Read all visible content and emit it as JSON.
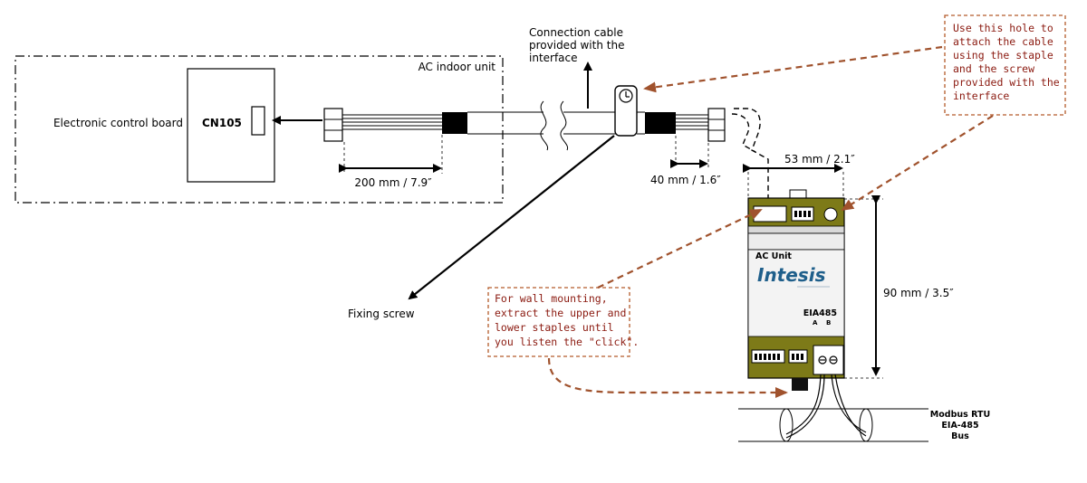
{
  "labels": {
    "indoor_unit": "AC indoor unit",
    "control_board": "Electronic control board",
    "connector": "CN105",
    "cable_caption_lines": [
      "Connection cable",
      "provided with the",
      "interface"
    ],
    "dim_cable": "200 mm / 7.9″",
    "dim_connector": "40 mm / 1.6″",
    "dim_width": "53 mm / 2.1″",
    "dim_height": "90 mm / 3.5″",
    "fixing_screw": "Fixing screw",
    "device_ac_unit": "AC Unit",
    "device_brand": "Intesis",
    "device_bus_port": "EIA485",
    "device_port_a": "A",
    "device_port_b": "B",
    "bus_lines": [
      "Modbus RTU",
      "EIA-485",
      "Bus"
    ]
  },
  "notes": {
    "hole_lines": [
      "Use this hole to",
      "attach the cable",
      "using the staple",
      "and the screw",
      "provided with the",
      "interface"
    ],
    "wall_lines": [
      "For wall mounting,",
      "extract the upper and",
      "lower staples until",
      "you listen the \"click\"."
    ]
  },
  "colors": {
    "device_body": "#7d7a18",
    "device_panel": "#e6e6e6",
    "note_text": "#8b1a10",
    "note_arrow": "#a0522d",
    "brand": "#1f5f8b"
  }
}
